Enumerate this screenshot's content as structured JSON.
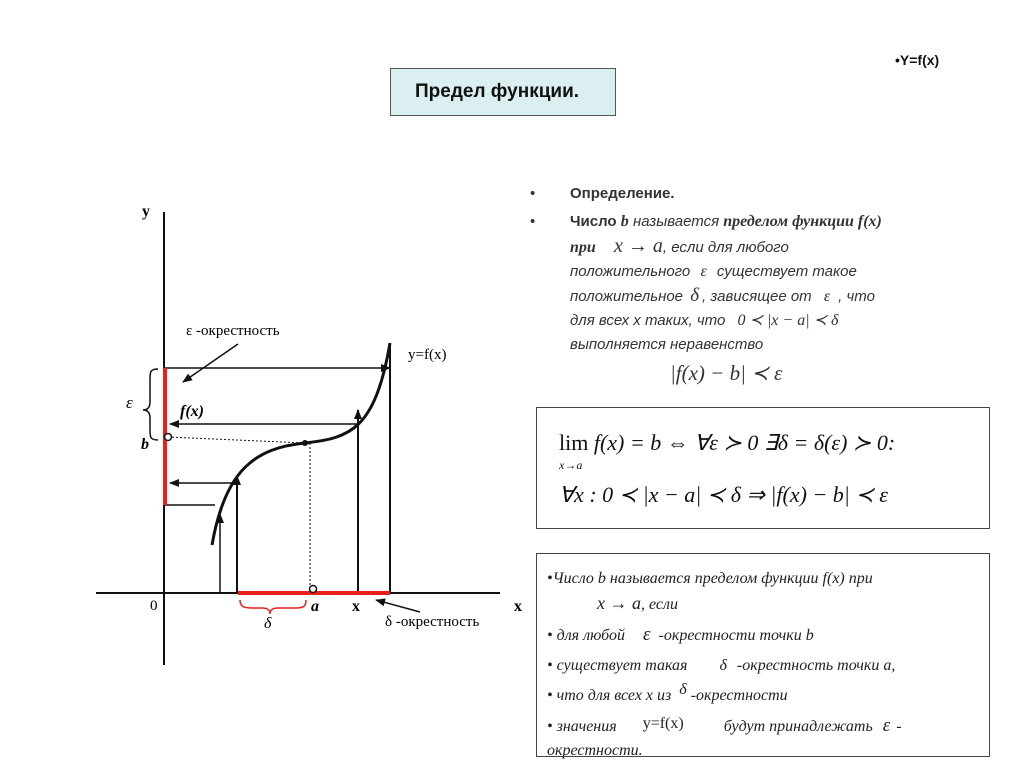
{
  "header": {
    "title": "Предел функции.",
    "corner_label": "•Y=f(x)"
  },
  "graph": {
    "y_axis_label": "y",
    "x_axis_label": "x",
    "origin_label": "0",
    "b_label": "b",
    "fx_label": "f(x)",
    "curve_label": "y=f(x)",
    "eps_symbol": "ε",
    "eps_neighborhood": "ε -окрестность",
    "a_label": "a",
    "x_point_label": "x",
    "delta_symbol": "δ",
    "delta_neighborhood": "δ -окрестность",
    "colors": {
      "neighborhood": "#e8201c",
      "axis": "#111111"
    }
  },
  "definition": {
    "bullet": "•",
    "heading": "Определение.",
    "intro_bold": "Число",
    "b": "b",
    "called": "называется",
    "limit_phrase": "пределом функции f(x)",
    "at": "при",
    "x_to_a": "x → a",
    "line1_rest": ", если для любого",
    "line2a": "положительного",
    "eps": "ε",
    "line2b": "существует такое",
    "line3a": "положительное",
    "delta": "δ",
    "line3b": ", зависящее от",
    "line3c": ", что",
    "line4a": "для всех x таких, что",
    "cond": "0 ≺ |x − a| ≺ δ",
    "line5": "выполняется неравенство",
    "inequality": "|f(x) − b| ≺ ε"
  },
  "formula": {
    "lim": "lim",
    "lim_sub": "x→a",
    "line1": "f(x) = b ⇔ ∀ε ≻ 0  ∃δ = δ(ε) ≻ 0:",
    "line2": "∀x : 0 ≺ |x − a| ≺ δ ⇒ |f(x) − b| ≺ ε"
  },
  "properties": {
    "p1a": "•Число b называется пределом функции f(x) при",
    "p1b": "x → a",
    "p1c": ", если",
    "p2a": "• для любой",
    "p2sym": "ε",
    "p2b": "-окрестности точки b",
    "p3a": "• существует такая",
    "p3sym": "δ",
    "p3b": "-окрестность точки a,",
    "p4a": "•  что для всех  x  из",
    "p4sym": "δ",
    "p4b": "-окрестности",
    "p5a": "• значения",
    "p5fx": "y=f(x)",
    "p5b": "будут принадлежать",
    "p5sym": "ε",
    "p5c": "-",
    "p6": "окрестности."
  }
}
